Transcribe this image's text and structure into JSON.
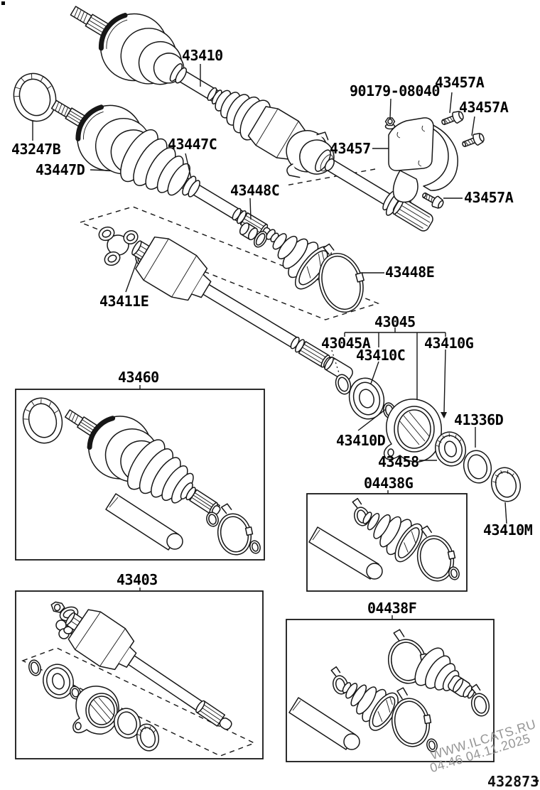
{
  "diagram": {
    "footer_code": "432873",
    "footer_dash": "-",
    "watermark": {
      "line1": "WWW.ILCATS.RU",
      "line2": "04:46 04.11.2025"
    },
    "labels": {
      "a43410": "43410",
      "n90179": "90179-08040",
      "a43457a": "43457A",
      "a43457": "43457",
      "a43247b": "43247B",
      "a43447c": "43447C",
      "a43447d": "43447D",
      "a43448c": "43448C",
      "a43448e": "43448E",
      "a43411e": "43411E",
      "a43045": "43045",
      "a43045a": "43045A",
      "a43410c": "43410C",
      "a43410g": "43410G",
      "a43460": "43460",
      "a41336d": "41336D",
      "a43410d": "43410D",
      "a43458": "43458",
      "k04438g": "04438G",
      "a43410m": "43410M",
      "a43403": "43403",
      "k04438f": "04438F"
    }
  }
}
